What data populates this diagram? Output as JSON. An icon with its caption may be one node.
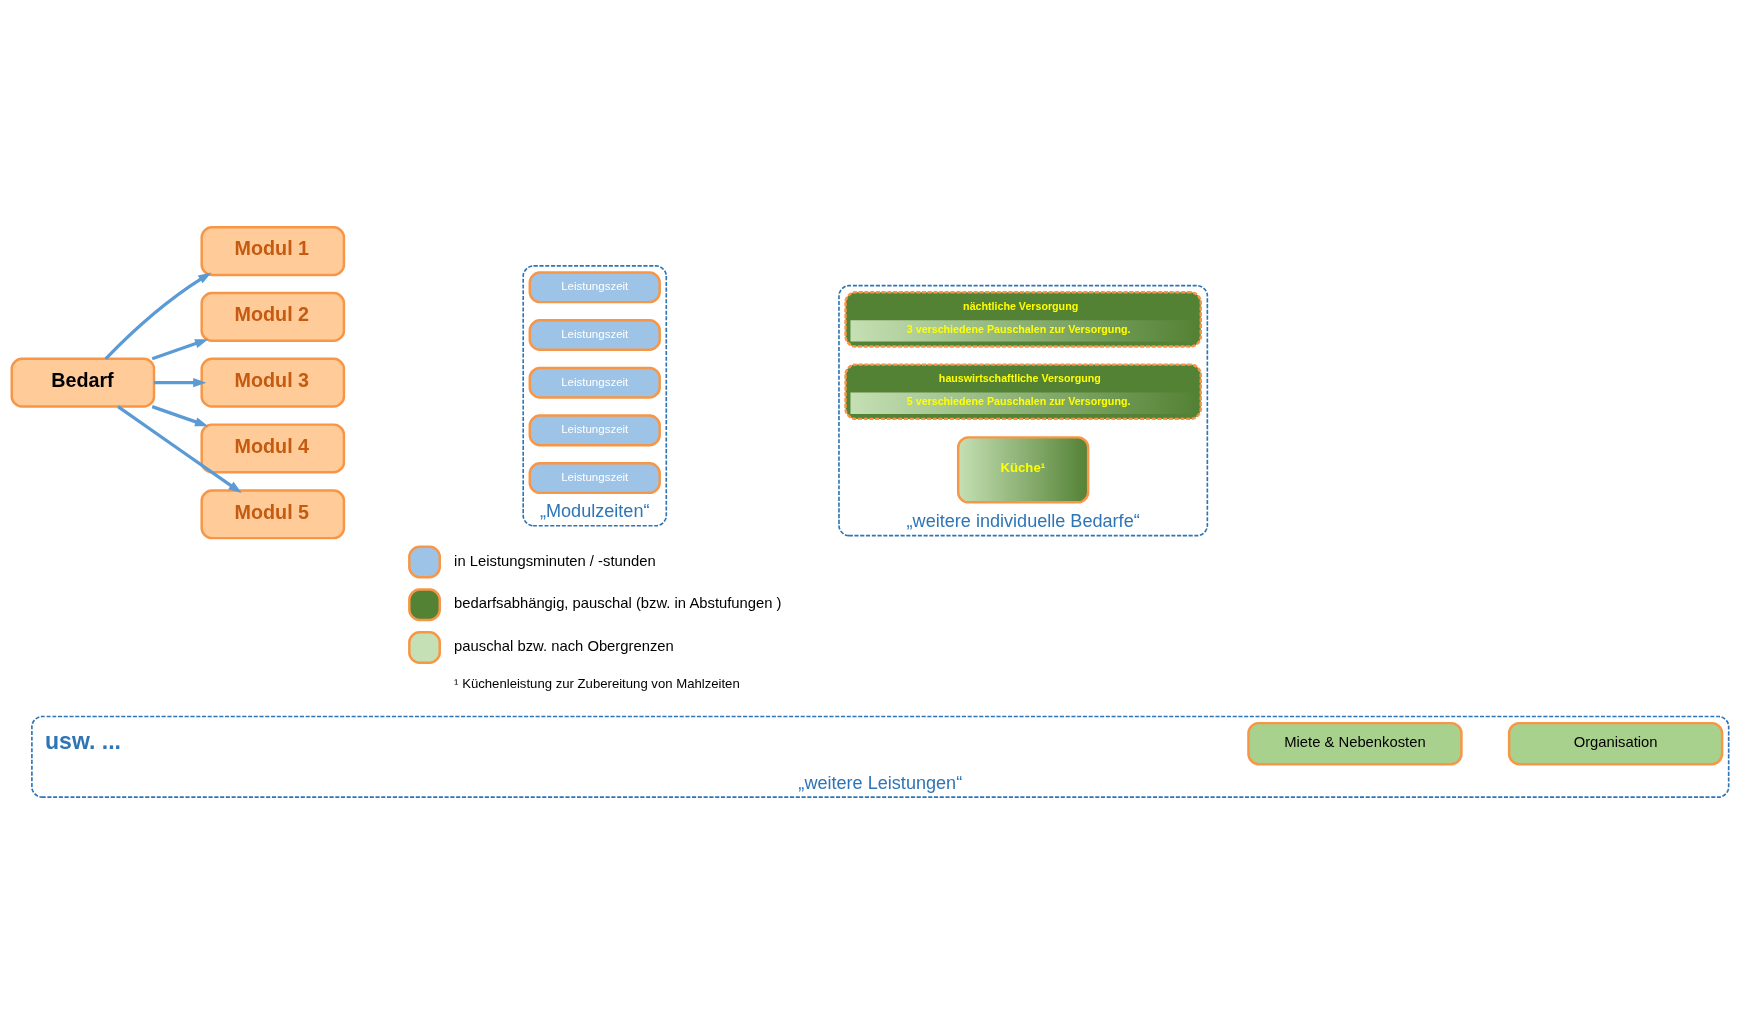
{
  "diagram": {
    "nodes": [
      {
        "text": [
          "Bedarf"
        ]
      },
      {
        "text": [
          "Modul 1"
        ]
      },
      {
        "text": [
          "Modul 2"
        ]
      },
      {
        "text": [
          "Modul 3"
        ]
      },
      {
        "text": [
          "Modul 4"
        ]
      },
      {
        "text": [
          "Modul 5"
        ]
      },
      {
        "text": [
          "„Modulzeiten“"
        ]
      },
      {
        "text": [
          "Leistungszeit"
        ],
        "in": 6
      },
      {
        "text": [
          "Leistungszeit"
        ],
        "in": 6
      },
      {
        "text": [
          "Leistungszeit"
        ],
        "in": 6
      },
      {
        "text": [
          "Leistungszeit"
        ],
        "in": 6
      },
      {
        "text": [
          "Leistungszeit"
        ],
        "in": 6
      },
      {
        "text": [
          "„weitere individuelle Bedarfe“"
        ]
      },
      {
        "text": [
          "nächtliche Versorgung",
          "3 verschiedene Pauschalen zur Versorgung."
        ],
        "in": 12
      },
      {
        "text": [
          "hauswirtschaftliche Versorgung",
          "5 verschiedene Pauschalen zur Versorgung."
        ],
        "in": 12
      },
      {
        "text": [
          "Küche¹"
        ],
        "in": 12
      },
      {
        "text": [
          "„weitere Leistungen“"
        ]
      },
      {
        "text": [
          "Miete & Nebenkosten"
        ],
        "in": 16
      },
      {
        "text": [
          "Organisation"
        ],
        "in": 16
      }
    ],
    "edges": [
      {
        "from": 0,
        "to": 1,
        "arrow": "to"
      },
      {
        "from": 0,
        "to": 2,
        "arrow": "to"
      },
      {
        "from": 0,
        "to": 3,
        "arrow": "to"
      },
      {
        "from": 0,
        "to": 4,
        "arrow": "to"
      },
      {
        "from": 0,
        "to": 5,
        "arrow": "to"
      }
    ],
    "labels": [
      "usw. ...",
      "¹ Küchenleistung zur Zubereitung von Mahlzeiten"
    ],
    "legend": [
      {
        "text": "in Leistungsminuten / -stunden",
        "color": "#9dc3e6"
      },
      {
        "text": "bedarfsabhängig, pauschal (bzw. in Abstufungen )",
        "color": "#548235"
      },
      {
        "text": "pauschal bzw. nach Obergrenzen",
        "color": "#c5e0b4"
      }
    ]
  }
}
